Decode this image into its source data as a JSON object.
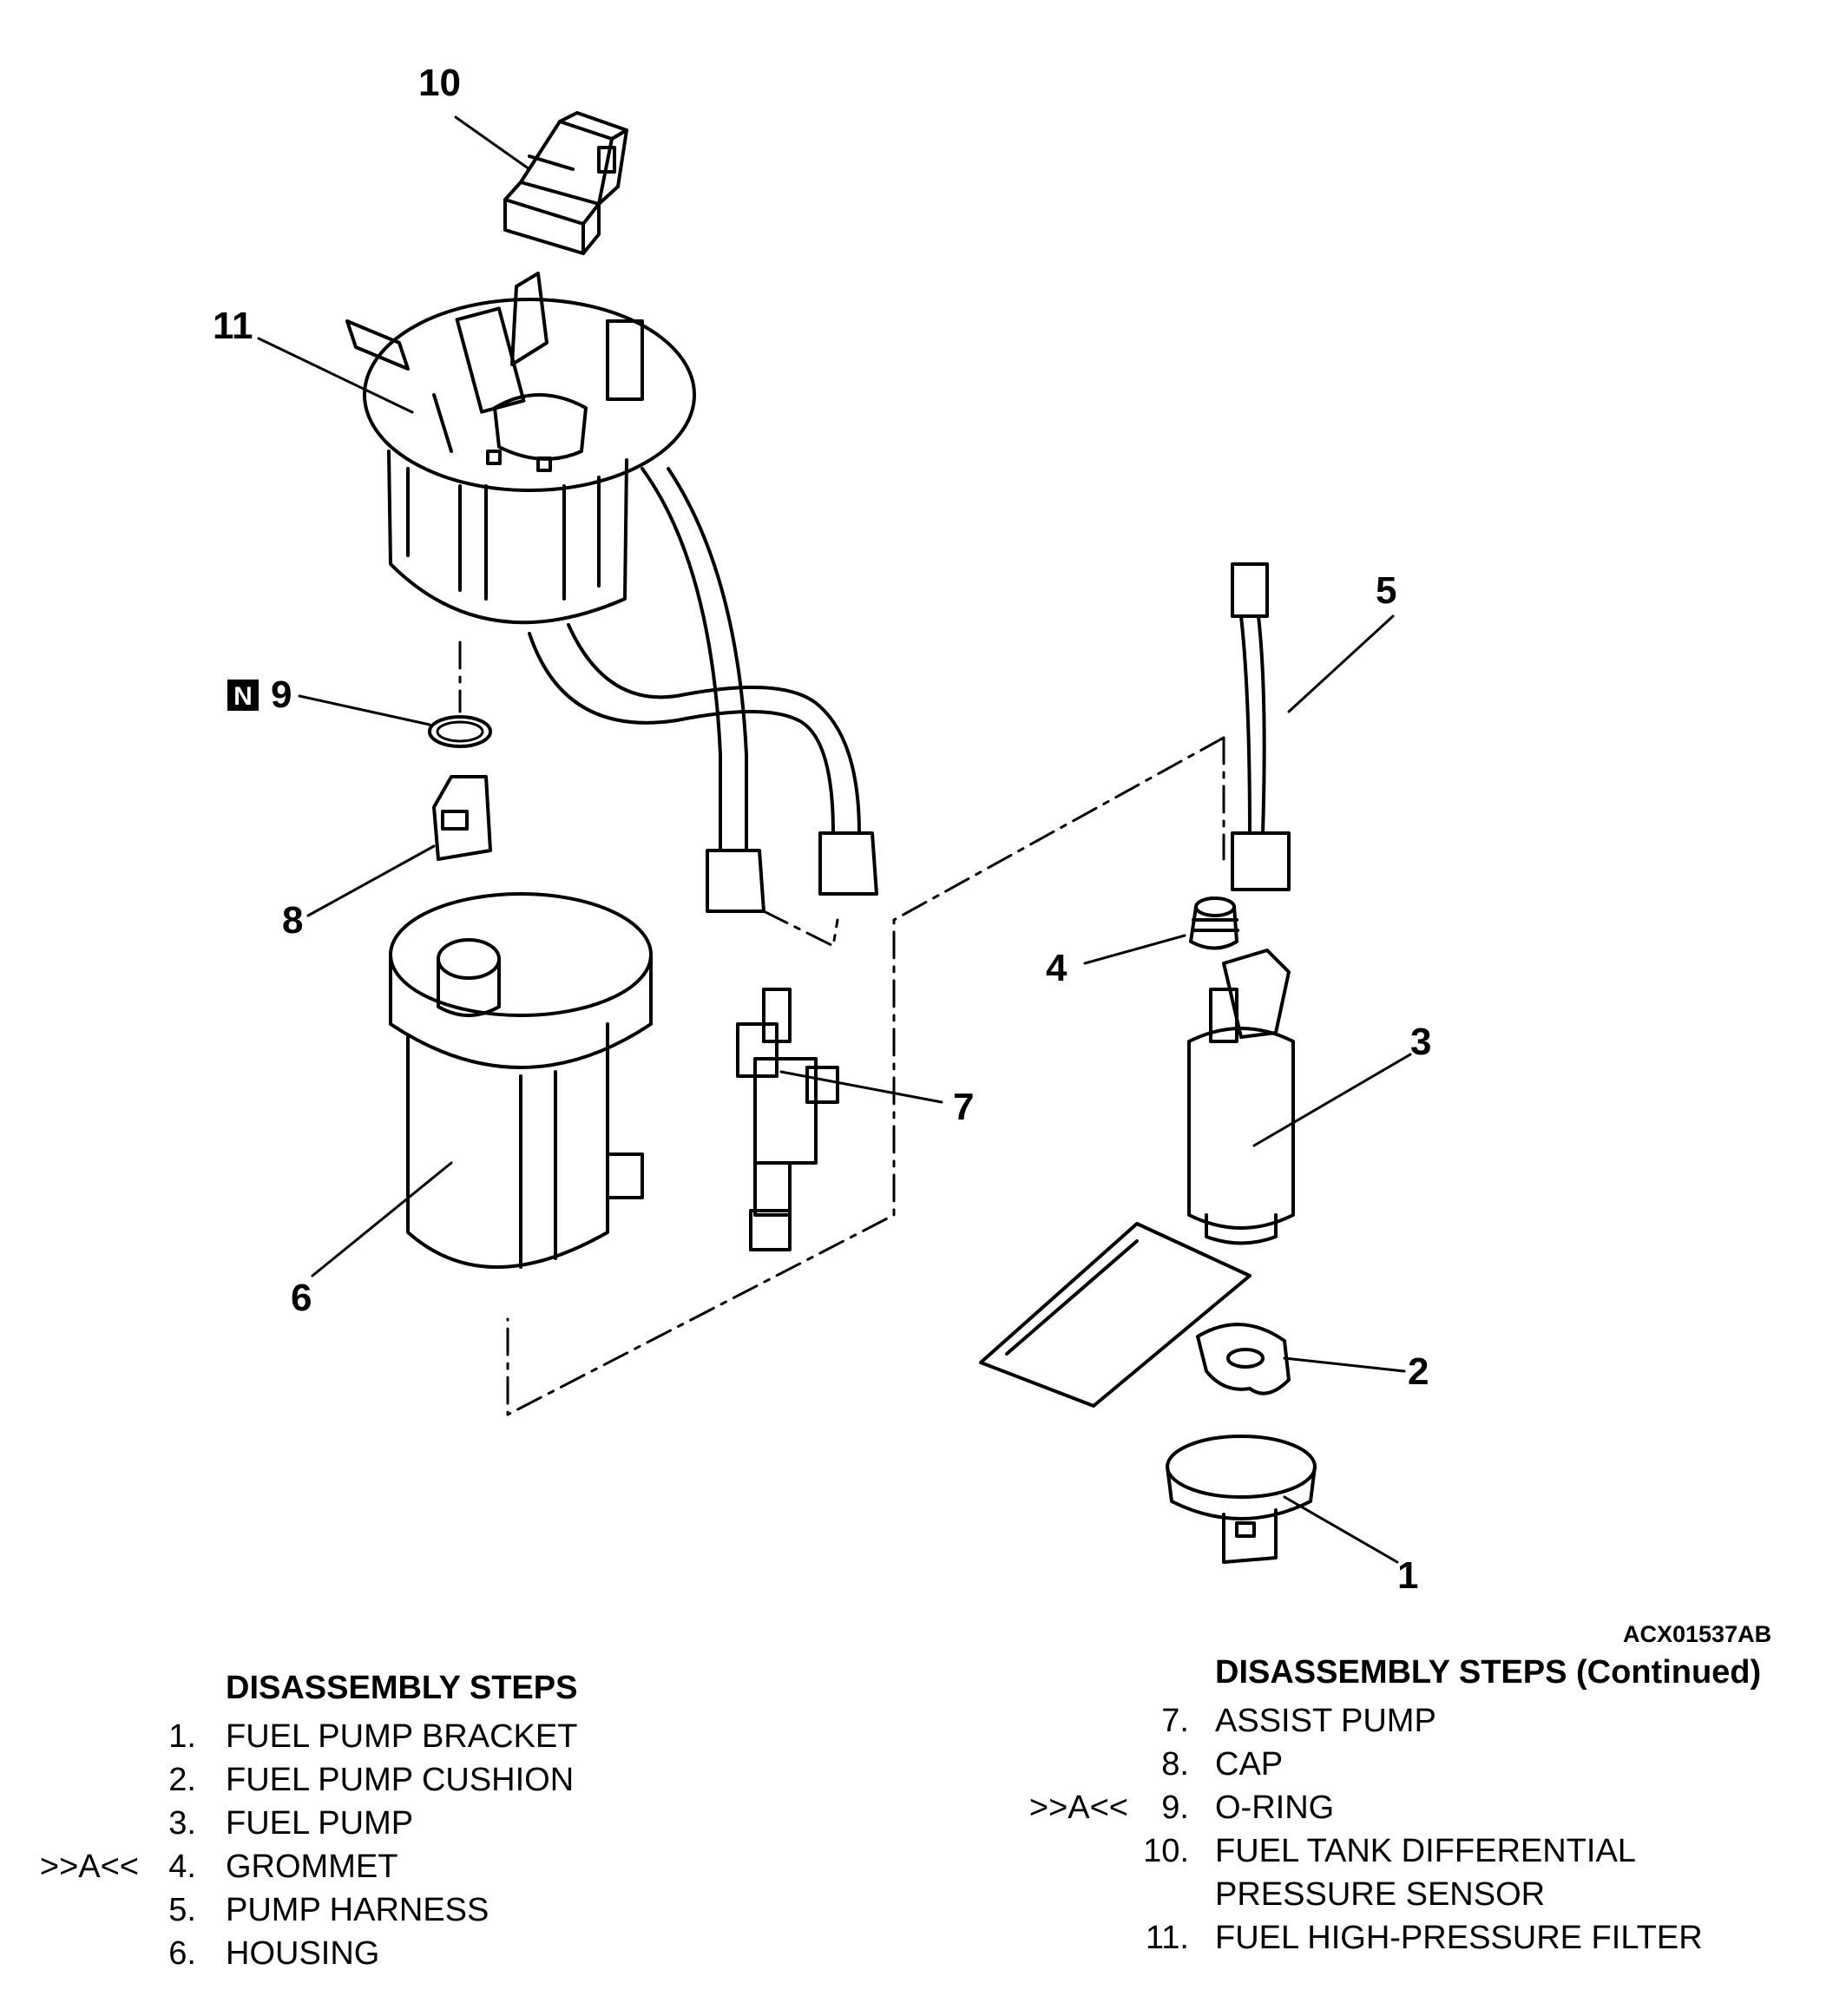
{
  "figure_id": "ACX01537AB",
  "callouts": {
    "c1": "1",
    "c2": "2",
    "c3": "3",
    "c4": "4",
    "c5": "5",
    "c6": "6",
    "c7": "7",
    "c8": "8",
    "c9": "9",
    "c10": "10",
    "c11": "11",
    "new_part_badge": "N"
  },
  "left_list": {
    "heading": "DISASSEMBLY STEPS",
    "items": [
      {
        "num": "1.",
        "label": "FUEL PUMP BRACKET",
        "mark": ""
      },
      {
        "num": "2.",
        "label": "FUEL PUMP CUSHION",
        "mark": ""
      },
      {
        "num": "3.",
        "label": "FUEL PUMP",
        "mark": ""
      },
      {
        "num": "4.",
        "label": "GROMMET",
        "mark": ">>A<<"
      },
      {
        "num": "5.",
        "label": "PUMP HARNESS",
        "mark": ""
      },
      {
        "num": "6.",
        "label": "HOUSING",
        "mark": ""
      }
    ]
  },
  "right_list": {
    "heading": "DISASSEMBLY STEPS (Continued)",
    "items": [
      {
        "num": "7.",
        "label": "ASSIST PUMP",
        "mark": ""
      },
      {
        "num": "8.",
        "label": "CAP",
        "mark": ""
      },
      {
        "num": "9.",
        "label": "O-RING",
        "mark": ">>A<<"
      },
      {
        "num": "10.",
        "label": "FUEL TANK DIFFERENTIAL",
        "label2": "PRESSURE SENSOR",
        "mark": ""
      },
      {
        "num": "11.",
        "label": "FUEL HIGH-PRESSURE FILTER",
        "mark": ""
      }
    ]
  },
  "colors": {
    "ink": "#000000",
    "paper": "#ffffff"
  }
}
